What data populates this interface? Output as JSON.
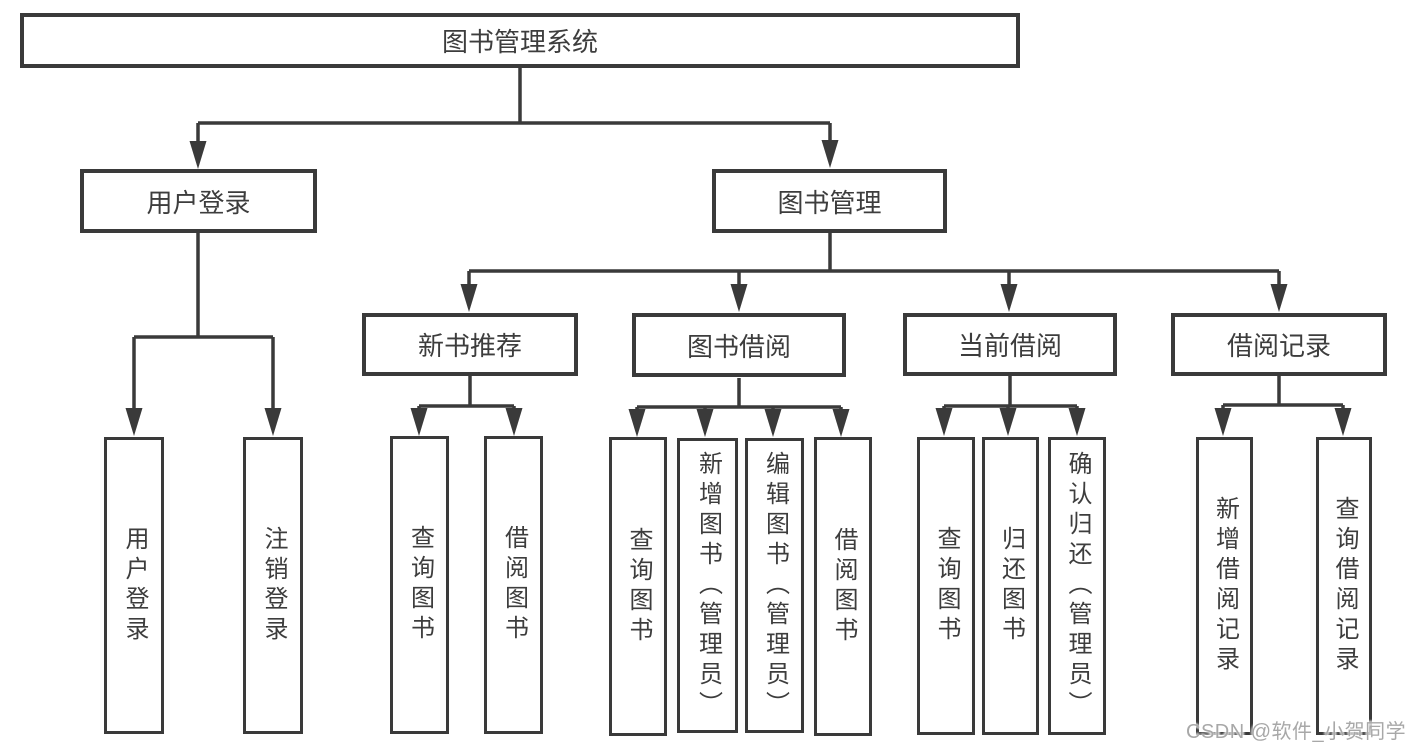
{
  "tree": {
    "root": {
      "label": "图书管理系统",
      "children": [
        {
          "label": "用户登录",
          "children": [
            {
              "label": "用户登录"
            },
            {
              "label": "注销登录"
            }
          ]
        },
        {
          "label": "图书管理",
          "children": [
            {
              "label": "新书推荐",
              "children": [
                {
                  "label": "查询图书"
                },
                {
                  "label": "借阅图书"
                }
              ]
            },
            {
              "label": "图书借阅",
              "children": [
                {
                  "label": "查询图书"
                },
                {
                  "label": "新增图书（管理员）"
                },
                {
                  "label": "编辑图书（管理员）"
                },
                {
                  "label": "借阅图书"
                }
              ]
            },
            {
              "label": "当前借阅",
              "children": [
                {
                  "label": "查询图书"
                },
                {
                  "label": "归还图书"
                },
                {
                  "label": "确认归还（管理员）"
                }
              ]
            },
            {
              "label": "借阅记录",
              "children": [
                {
                  "label": "新增借阅记录"
                },
                {
                  "label": "查询借阅记录"
                }
              ]
            }
          ]
        }
      ]
    }
  },
  "watermark": {
    "text": "CSDN @软件_小贺同学"
  },
  "colors": {
    "line": "#3a3a3a",
    "text": "#3d3d3d",
    "background": "#ffffff",
    "watermark": "#a8a8a8"
  }
}
